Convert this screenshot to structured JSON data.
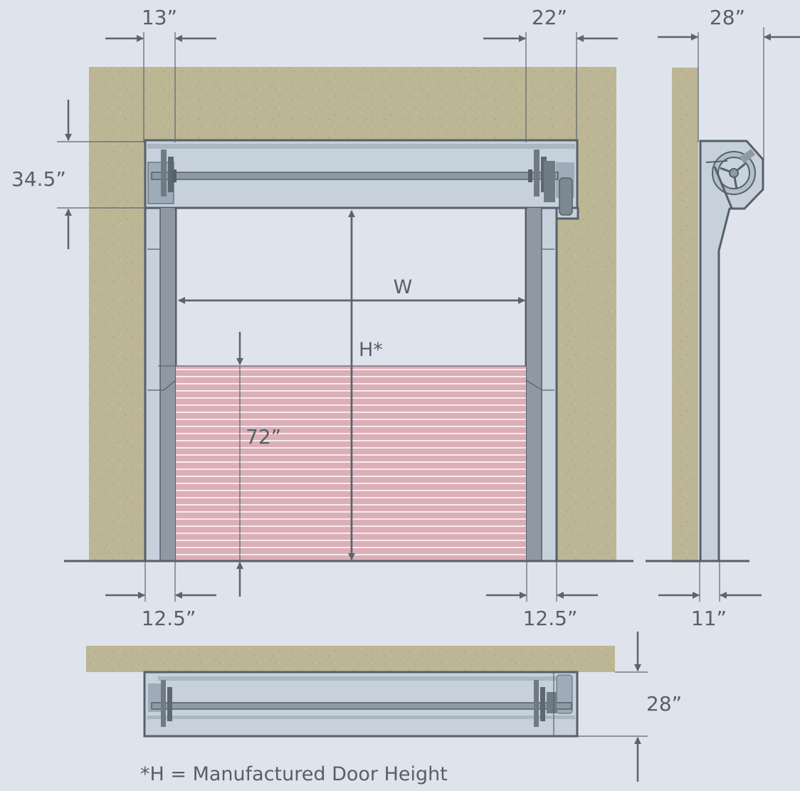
{
  "dimensions": {
    "frame_left_width": "13”",
    "frame_right_width": "22”",
    "side_depth_top": "28”",
    "header_height": "34.5”",
    "opening_width": "W",
    "opening_height": "H*",
    "curtain_height": "72”",
    "left_clearance": "12.5”",
    "right_clearance": "12.5”",
    "side_base_depth": "11”",
    "plan_depth": "28”"
  },
  "footnote": "*H = Manufactured Door Height",
  "colors": {
    "background": "#dfe4ec",
    "wall": "#bdb694",
    "frame": "#c2cdd8",
    "frame_dark": "#8a959e",
    "outline": "#56606a",
    "curtain": "#dcaeb6",
    "curtain_line": "#f4ecef",
    "dimension_line": "#5b656e"
  }
}
